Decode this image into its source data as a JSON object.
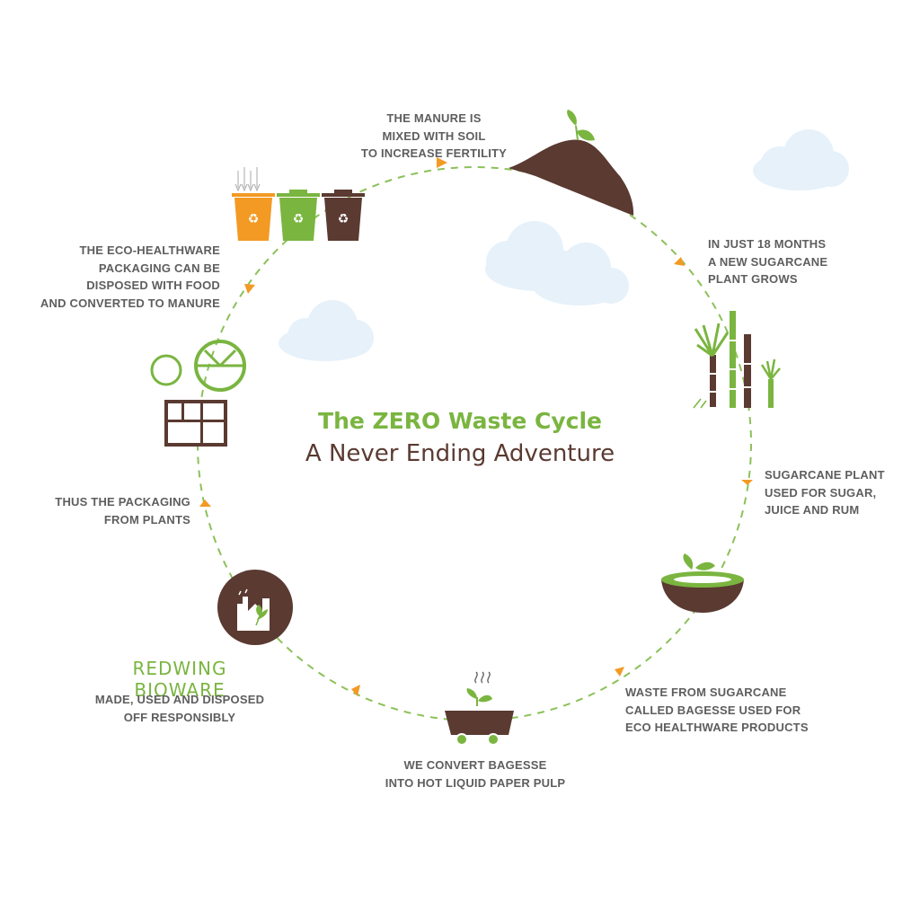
{
  "colors": {
    "green": "#7ab540",
    "brown": "#5a3a31",
    "orange": "#f39a24",
    "text": "#5e5e5e",
    "cloud": "#e6f1fa",
    "dash": "#8cc15a"
  },
  "title": "The ZERO Waste Cycle",
  "subtitle": "A Never Ending Adventure",
  "brand": "REDWING BIOWARE",
  "steps": {
    "manure": [
      "THE MANURE IS",
      "MIXED WITH SOIL",
      "TO INCREASE FERTILITY"
    ],
    "sugarcane_grows": [
      "IN JUST 18 MONTHS",
      "A NEW SUGARCANE",
      "PLANT GROWS"
    ],
    "sugar_use": [
      "SUGARCANE PLANT",
      "USED FOR SUGAR,",
      "JUICE AND RUM"
    ],
    "waste": [
      "WASTE FROM SUGARCANE",
      "CALLED BAGESSE USED FOR",
      "ECO HEALTHWARE PRODUCTS"
    ],
    "convert": [
      "WE CONVERT BAGESSE",
      "INTO HOT LIQUID PAPER PULP"
    ],
    "responsible": [
      "MADE, USED AND DISPOSED",
      "OFF RESPONSIBLY"
    ],
    "packaging": [
      "THUS THE PACKAGING",
      "FROM PLANTS"
    ],
    "disposal": [
      "THE ECO-HEALTHWARE",
      "PACKAGING CAN BE",
      "DISPOSED WITH FOOD",
      "AND CONVERTED TO MANURE"
    ]
  },
  "icons": [
    "soil-mound-icon",
    "sugarcane-icon",
    "coconut-bowl-icon",
    "pulp-cart-icon",
    "factory-icon",
    "tableware-icon",
    "recycle-bins-icon",
    "cloud-icon"
  ]
}
